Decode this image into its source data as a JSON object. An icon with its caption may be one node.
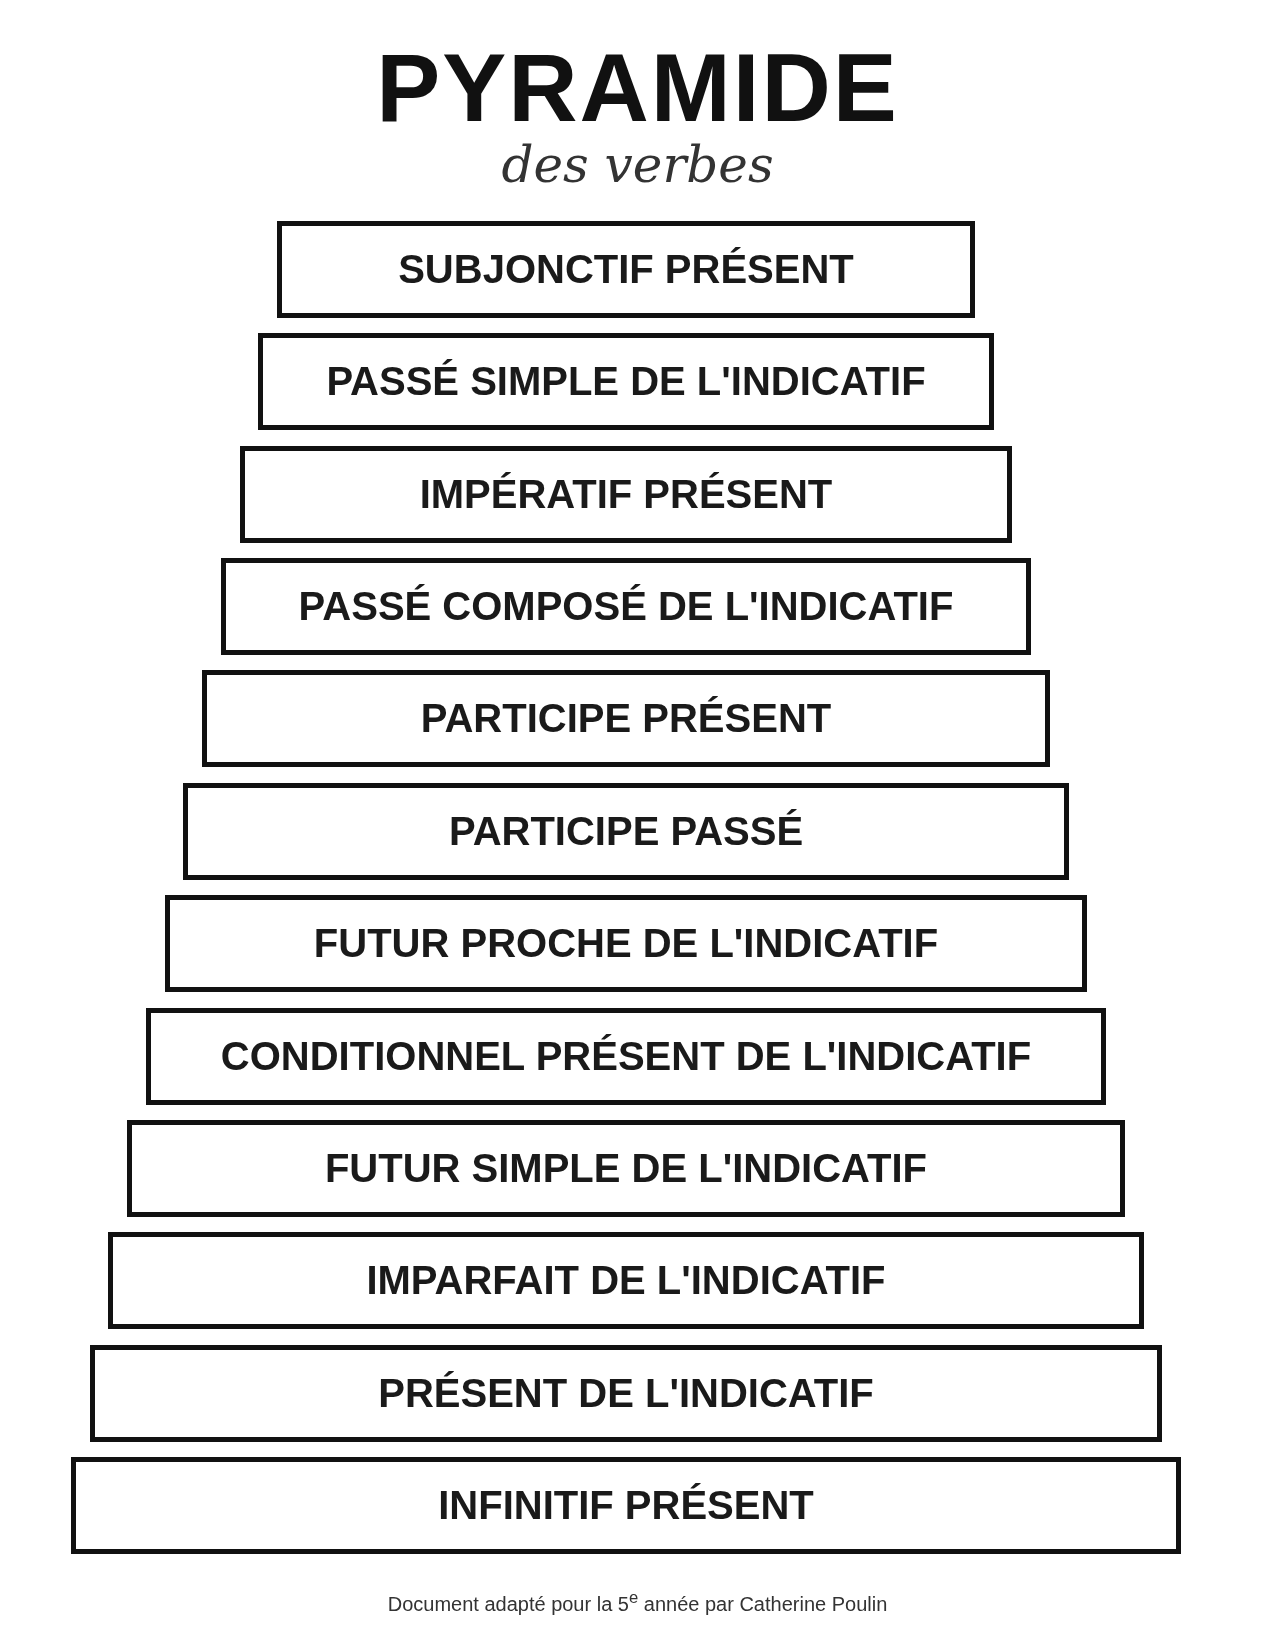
{
  "diagram": {
    "title": "PYRAMIDE",
    "nodes": [
      {
        "text": [
          "SUBJONCTIF PRÉSENT"
        ]
      },
      {
        "text": [
          "PASSÉ SIMPLE DE L'INDICATIF"
        ]
      },
      {
        "text": [
          "IMPÉRATIF PRÉSENT"
        ]
      },
      {
        "text": [
          "PASSÉ COMPOSÉ DE L'INDICATIF"
        ]
      },
      {
        "text": [
          "PARTICIPE PRÉSENT"
        ]
      },
      {
        "text": [
          "PARTICIPE PASSÉ"
        ]
      },
      {
        "text": [
          "FUTUR PROCHE DE L'INDICATIF"
        ]
      },
      {
        "text": [
          "CONDITIONNEL PRÉSENT DE L'INDICATIF"
        ]
      },
      {
        "text": [
          "FUTUR SIMPLE DE L'INDICATIF"
        ]
      },
      {
        "text": [
          "IMPARFAIT DE L'INDICATIF"
        ]
      },
      {
        "text": [
          "PRÉSENT DE L'INDICATIF"
        ]
      },
      {
        "text": [
          "INFINITIF PRÉSENT"
        ]
      }
    ],
    "labels": [
      "des verbes"
    ],
    "caption": "Document adapté pour la 5$^{e}$ année par Catherine Poulin"
  }
}
